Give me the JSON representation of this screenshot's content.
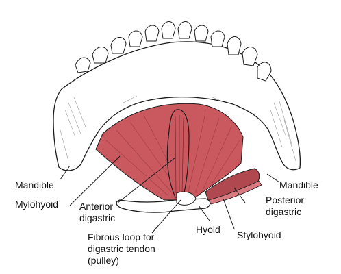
{
  "labels": {
    "mandible_left": "Mandible",
    "mylohyoid": "Mylohyoid",
    "anterior_digastric": [
      "Anterior",
      "digastric"
    ],
    "fibrous_loop": [
      "Fibrous loop for",
      "digastric tendon",
      "(pulley)"
    ],
    "hyoid": "Hyoid",
    "stylohyoid": "Stylohyoid",
    "posterior_digastric": [
      "Posterior",
      "digastric"
    ],
    "mandible_right": "Mandible"
  },
  "colors": {
    "muscle": "#c9585f",
    "muscle_dark": "#8e2f36",
    "bone": "#ffffff",
    "ink": "#1a1a1a"
  }
}
